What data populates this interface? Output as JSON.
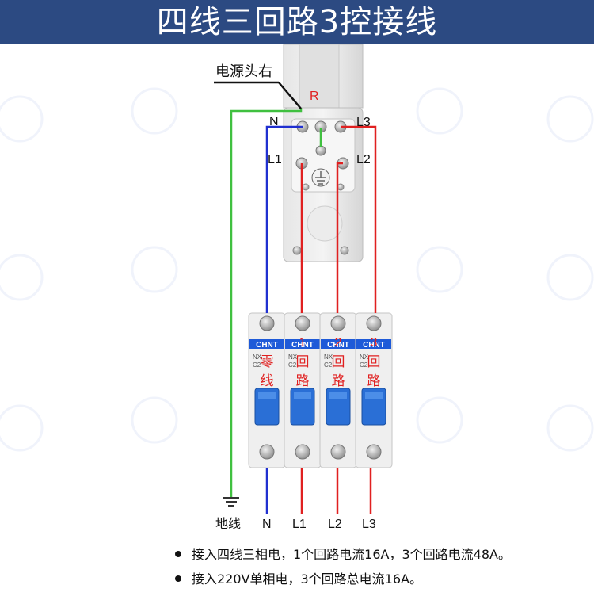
{
  "title": "四线三回路3控接线",
  "watermark": {
    "brand_color": "#3a6bd0"
  },
  "colors": {
    "live": "#e02020",
    "neutral": "#2030d0",
    "earth": "#40c040",
    "brand": "#1e5ad8",
    "switch": "#2a6fd6"
  },
  "labels": {
    "power_head": "电源头右",
    "r": "R",
    "n_top": "N",
    "l3_top": "L3",
    "l1_top": "L1",
    "l2_top": "L2",
    "bottom_earth": "地线",
    "bottom_n": "N",
    "bottom_l1": "L1",
    "bottom_l2": "L2",
    "bottom_l3": "L3"
  },
  "breakers": [
    {
      "brand": "CHNT",
      "model": "NX",
      "rating": "C2",
      "label_top": "零",
      "label_bottom": "线"
    },
    {
      "brand": "CHNT",
      "model": "NX",
      "rating": "C2",
      "label_num": "1",
      "label_top": "回",
      "label_bottom": "路"
    },
    {
      "brand": "CHNT",
      "model": "NX",
      "rating": "C2",
      "label_num": "2",
      "label_top": "回",
      "label_bottom": "路"
    },
    {
      "brand": "CHNT",
      "model": "NX",
      "rating": "C2",
      "label_num": "3",
      "label_top": "回",
      "label_bottom": "路"
    }
  ],
  "notes": [
    "接入四线三相电，1个回路电流16A，3个回路电流48A。",
    "接入220V单相电，3个回路总电流16A。"
  ]
}
